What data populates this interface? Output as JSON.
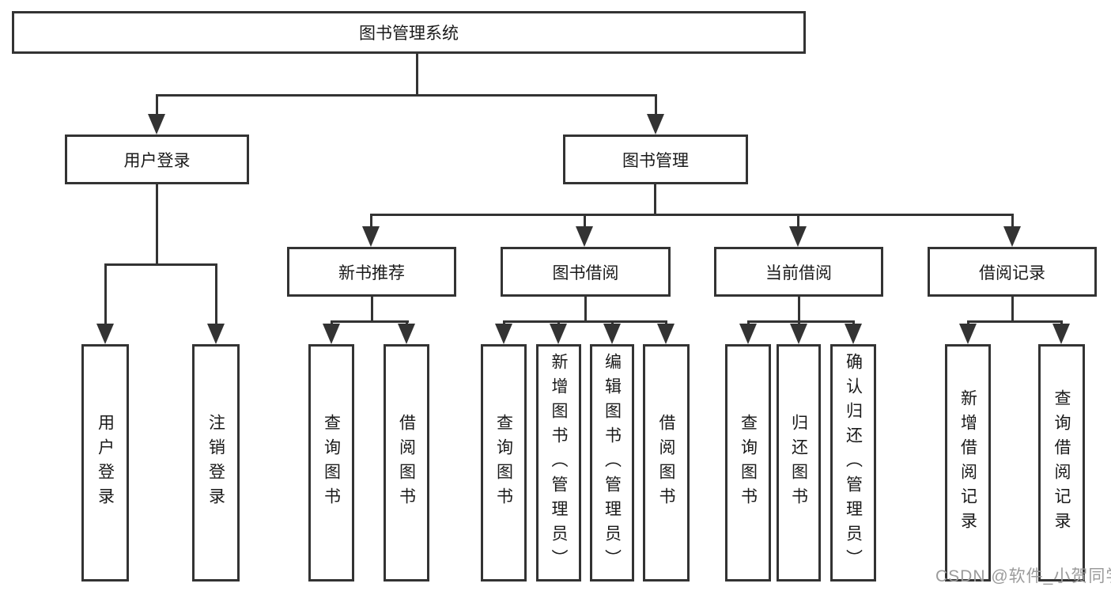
{
  "tree": {
    "root": {
      "label": "图书管理系统"
    },
    "branches": [
      {
        "label": "用户登录",
        "children": [
          {
            "label": "用户登录"
          },
          {
            "label": "注销登录"
          }
        ]
      },
      {
        "label": "图书管理",
        "groups": [
          {
            "label": "新书推荐",
            "children": [
              {
                "label": "查询图书"
              },
              {
                "label": "借阅图书"
              }
            ]
          },
          {
            "label": "图书借阅",
            "children": [
              {
                "label": "查询图书"
              },
              {
                "label": "新增图书（管理员）"
              },
              {
                "label": "编辑图书（管理员）"
              },
              {
                "label": "借阅图书"
              }
            ]
          },
          {
            "label": "当前借阅",
            "children": [
              {
                "label": "查询图书"
              },
              {
                "label": "归还图书"
              },
              {
                "label": "确认归还（管理员）"
              }
            ]
          },
          {
            "label": "借阅记录",
            "children": [
              {
                "label": "新增借阅记录"
              },
              {
                "label": "查询借阅记录"
              }
            ]
          }
        ]
      }
    ]
  },
  "watermark": {
    "text": "CSDN @软件_小贺同学",
    "color": "#9b9b9b"
  },
  "colors": {
    "line": "#333333",
    "text": "#1a1a1a",
    "background": "#ffffff"
  }
}
